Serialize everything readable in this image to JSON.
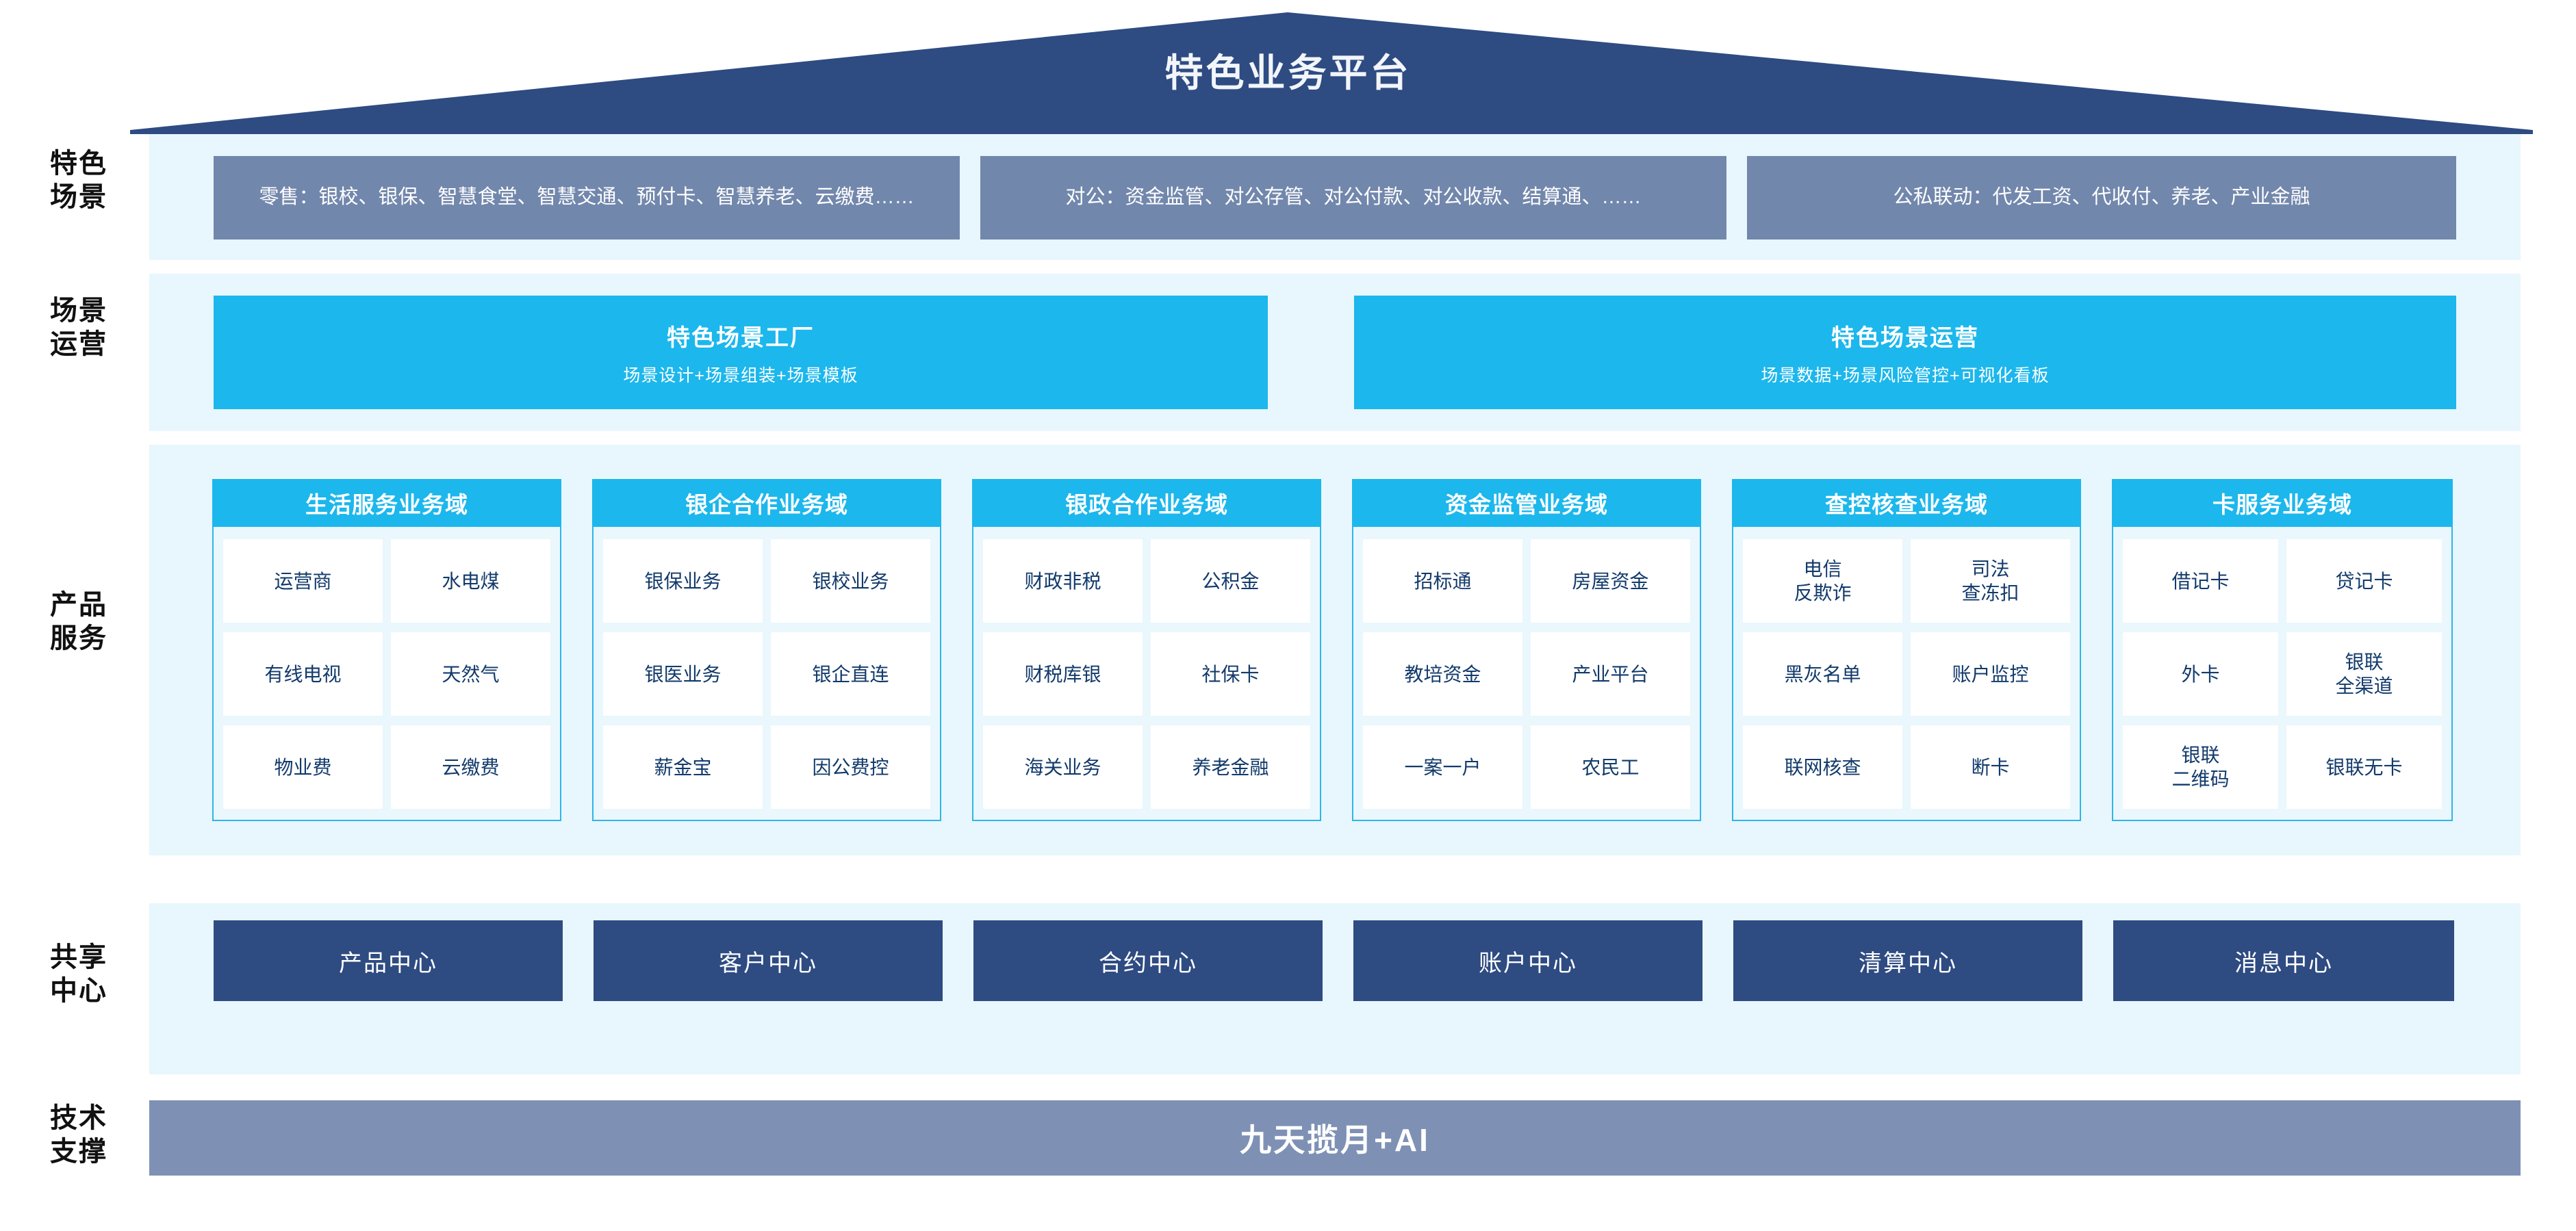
{
  "header": {
    "title": "特色业务平台"
  },
  "colors": {
    "roof_navy": "#2e4b82",
    "band_light": "#e8f6fd",
    "scenario_gray_blue": "#7287ac",
    "cyan": "#1cb7ec",
    "card_border": "#2fb6e8",
    "tile_text_navy": "#123a6b",
    "hub_navy": "#2e4b82",
    "tech_blue_gray": "#7e91b5"
  },
  "sidebar": {
    "items": [
      {
        "label": "特色\n场景"
      },
      {
        "label": "场景\n运营"
      },
      {
        "label": "产品\n服务"
      },
      {
        "label": "共享\n中心"
      },
      {
        "label": "技术\n支撑"
      }
    ]
  },
  "scenarios": {
    "boxes": [
      {
        "name": "retail",
        "text": "零售：银校、银保、智慧食堂、智慧交通、预付卡、智慧养老、云缴费……"
      },
      {
        "name": "corporate",
        "text": "对公：资金监管、对公存管、对公付款、对公收款、结算通、……"
      },
      {
        "name": "public-private",
        "text": "公私联动：代发工资、代收付、养老、产业金融"
      }
    ]
  },
  "operations": {
    "boxes": [
      {
        "name": "scene-factory",
        "title": "特色场景工厂",
        "subtitle": "场景设计+场景组装+场景模板"
      },
      {
        "name": "scene-operation",
        "title": "特色场景运营",
        "subtitle": "场景数据+场景风险管控+可视化看板"
      }
    ]
  },
  "product_services": {
    "cards": [
      {
        "name": "life-service",
        "title": "生活服务业务域",
        "tiles": [
          "运营商",
          "水电煤",
          "有线电视",
          "天然气",
          "物业费",
          "云缴费"
        ]
      },
      {
        "name": "bank-enterprise",
        "title": "银企合作业务域",
        "tiles": [
          "银保业务",
          "银校业务",
          "银医业务",
          "银企直连",
          "薪金宝",
          "因公费控"
        ]
      },
      {
        "name": "bank-government",
        "title": "银政合作业务域",
        "tiles": [
          "财政非税",
          "公积金",
          "财税库银",
          "社保卡",
          "海关业务",
          "养老金融"
        ]
      },
      {
        "name": "fund-supervision",
        "title": "资金监管业务域",
        "tiles": [
          "招标通",
          "房屋资金",
          "教培资金",
          "产业平台",
          "一案一户",
          "农民工"
        ]
      },
      {
        "name": "control-verification",
        "title": "查控核查业务域",
        "tiles": [
          "电信\n反欺诈",
          "司法\n查冻扣",
          "黑灰名单",
          "账户监控",
          "联网核查",
          "断卡"
        ]
      },
      {
        "name": "card-service",
        "title": "卡服务业务域",
        "tiles": [
          "借记卡",
          "贷记卡",
          "外卡",
          "银联\n全渠道",
          "银联\n二维码",
          "银联无卡"
        ]
      }
    ]
  },
  "shared_centers": {
    "items": [
      {
        "name": "product-center",
        "label": "产品中心"
      },
      {
        "name": "customer-center",
        "label": "客户中心"
      },
      {
        "name": "contract-center",
        "label": "合约中心"
      },
      {
        "name": "account-center",
        "label": "账户中心"
      },
      {
        "name": "settlement-center",
        "label": "清算中心"
      },
      {
        "name": "message-center",
        "label": "消息中心"
      }
    ]
  },
  "tech_support": {
    "label": "九天揽月+AI"
  }
}
